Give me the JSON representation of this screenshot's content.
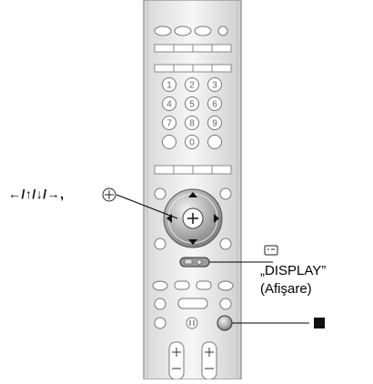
{
  "labels": {
    "arrows": "←/↑/↓/→,",
    "display_line1": "„DISPLAY”",
    "display_line2": "(Afişare)"
  },
  "icons": {
    "enter": "circled-plus-icon",
    "display": "display-button-icon",
    "stop": "stop-square-icon"
  },
  "number_keys": [
    "1",
    "2",
    "3",
    "4",
    "5",
    "6",
    "7",
    "8",
    "9",
    "",
    "0",
    ""
  ]
}
